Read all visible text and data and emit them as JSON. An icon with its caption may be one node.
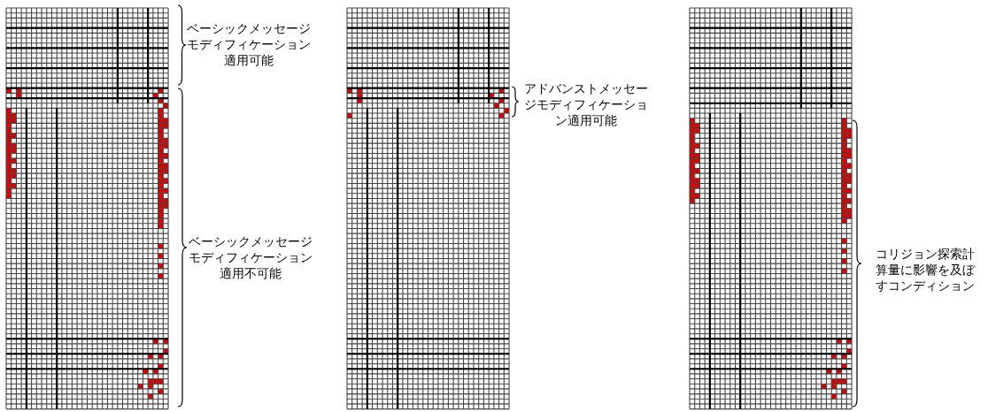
{
  "diagram": {
    "labels": [
      "ベーシックメッセージモディフィケーション適用可能",
      "ベーシックメッセージモディフィケーション適用不可能",
      "アドバンストメッセージモディフィケーション適用可能",
      "コリジョン探索計算量に影響を及ぼすコンディション"
    ]
  }
}
